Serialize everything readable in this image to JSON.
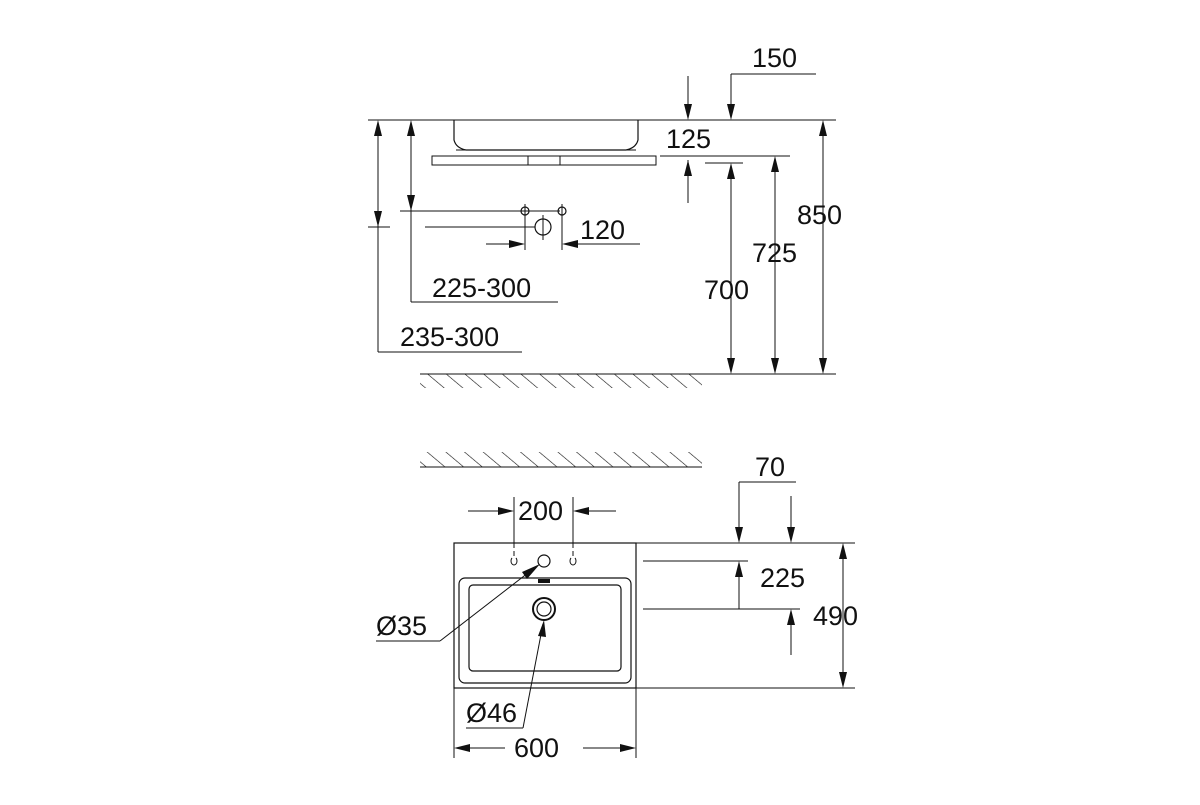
{
  "side_view": {
    "dim_150": "150",
    "dim_125": "125",
    "dim_850": "850",
    "dim_725": "725",
    "dim_700": "700",
    "dim_120": "120",
    "dim_225_300": "225-300",
    "dim_235_300": "235-300"
  },
  "top_view": {
    "dim_70": "70",
    "dim_200": "200",
    "dim_225": "225",
    "dim_490": "490",
    "dim_600": "600",
    "dia_35": "Ø35",
    "dia_46": "Ø46"
  }
}
